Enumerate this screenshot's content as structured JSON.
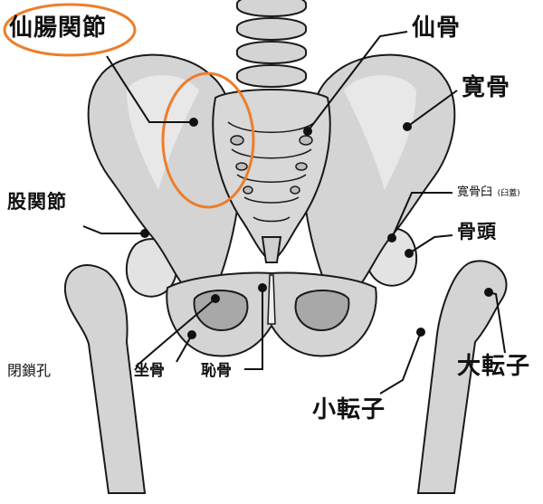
{
  "labels": {
    "sacroiliac_joint": "仙腸関節",
    "sacrum": "仙骨",
    "ilium": "寛骨",
    "hip_joint": "股関節",
    "acetabulum": "寛骨臼",
    "acetabulum_paren": "(臼蓋)",
    "femoral_head": "骨頭",
    "greater_trochanter": "大転子",
    "lesser_trochanter": "小転子",
    "obturator_foramen": "閉鎖孔",
    "ischium": "坐骨",
    "pubis": "恥骨"
  },
  "colors": {
    "bone": "#d4d4d4",
    "bone_light": "#e6e6e6",
    "bone_dark": "#9c9c9c",
    "outline": "#1a1a1a",
    "highlight": "#ee7d2b"
  }
}
